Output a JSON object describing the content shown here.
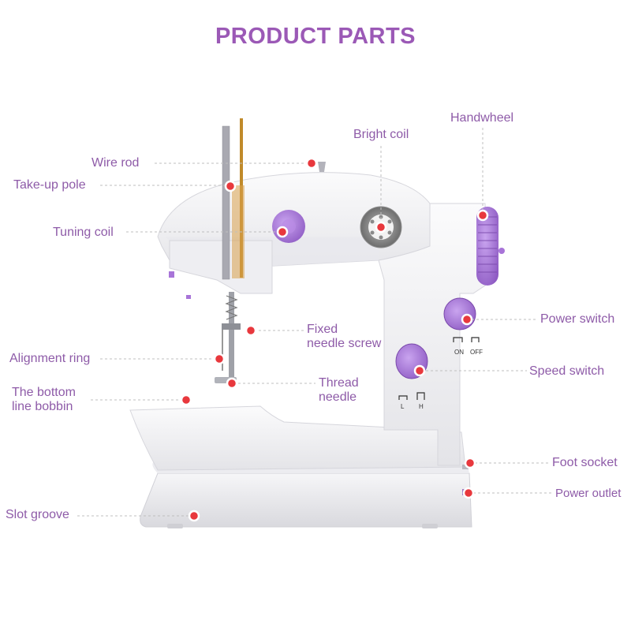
{
  "title": "PRODUCT PARTS",
  "colors": {
    "accent": "#9b59b6",
    "label_text": "#8e5ba8",
    "marker": "#e8383d",
    "body": "#f3f3f5",
    "knob": "#a874d8"
  },
  "labels": {
    "wire_rod": "Wire rod",
    "take_up_pole": "Take-up pole",
    "tuning_coil": "Tuning coil",
    "alignment_ring": "Alignment ring",
    "bottom_bobbin_line1": "The bottom",
    "bottom_bobbin_line2": "line bobbin",
    "slot_groove": "Slot groove",
    "bright_coil": "Bright coil",
    "handwheel": "Handwheel",
    "fixed_needle_screw_line1": "Fixed",
    "fixed_needle_screw_line2": "needle screw",
    "thread_needle_line1": "Thread",
    "thread_needle_line2": "needle",
    "power_switch": "Power switch",
    "speed_switch": "Speed switch",
    "foot_socket": "Foot socket",
    "power_outlet": "Power outlet"
  },
  "machine_text": {
    "on": "ON",
    "off": "OFF",
    "low": "L",
    "high": "H"
  }
}
